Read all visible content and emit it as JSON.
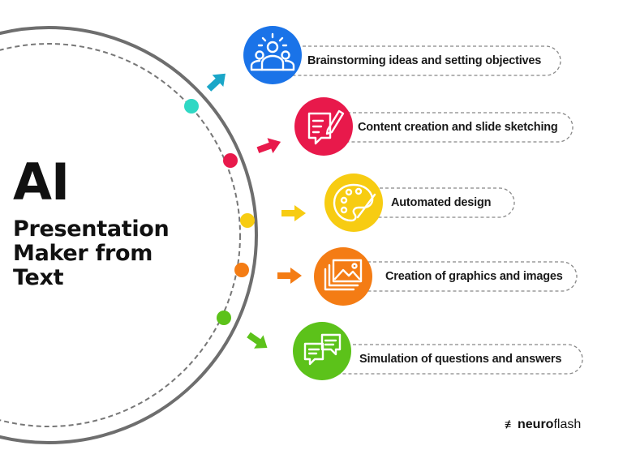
{
  "title": {
    "main": "AI",
    "lines": [
      "Presentation",
      "Maker from",
      "Text"
    ]
  },
  "steps": [
    {
      "label": "Brainstorming ideas and setting objectives",
      "color": "#1a73e8",
      "icon": "people-idea-icon"
    },
    {
      "label": "Content creation and slide sketching",
      "color": "#e8194b",
      "icon": "document-pen-icon"
    },
    {
      "label": "Automated design",
      "color": "#f7cc12",
      "icon": "palette-icon"
    },
    {
      "label": "Creation of graphics and images",
      "color": "#f47c14",
      "icon": "image-gallery-icon"
    },
    {
      "label": "Simulation of questions and answers",
      "color": "#5cc21a",
      "icon": "chat-bubbles-icon"
    }
  ],
  "dot_colors": [
    "#2fd8c4",
    "#e8194b",
    "#f7cc12",
    "#f47c14",
    "#5cc21a"
  ],
  "arrow_colors": [
    "#1aa6c8",
    "#e8194b",
    "#f7cc12",
    "#f47c14",
    "#5cc21a"
  ],
  "brand": {
    "mark": "≢",
    "part1": "neuro",
    "part2": "flash"
  }
}
